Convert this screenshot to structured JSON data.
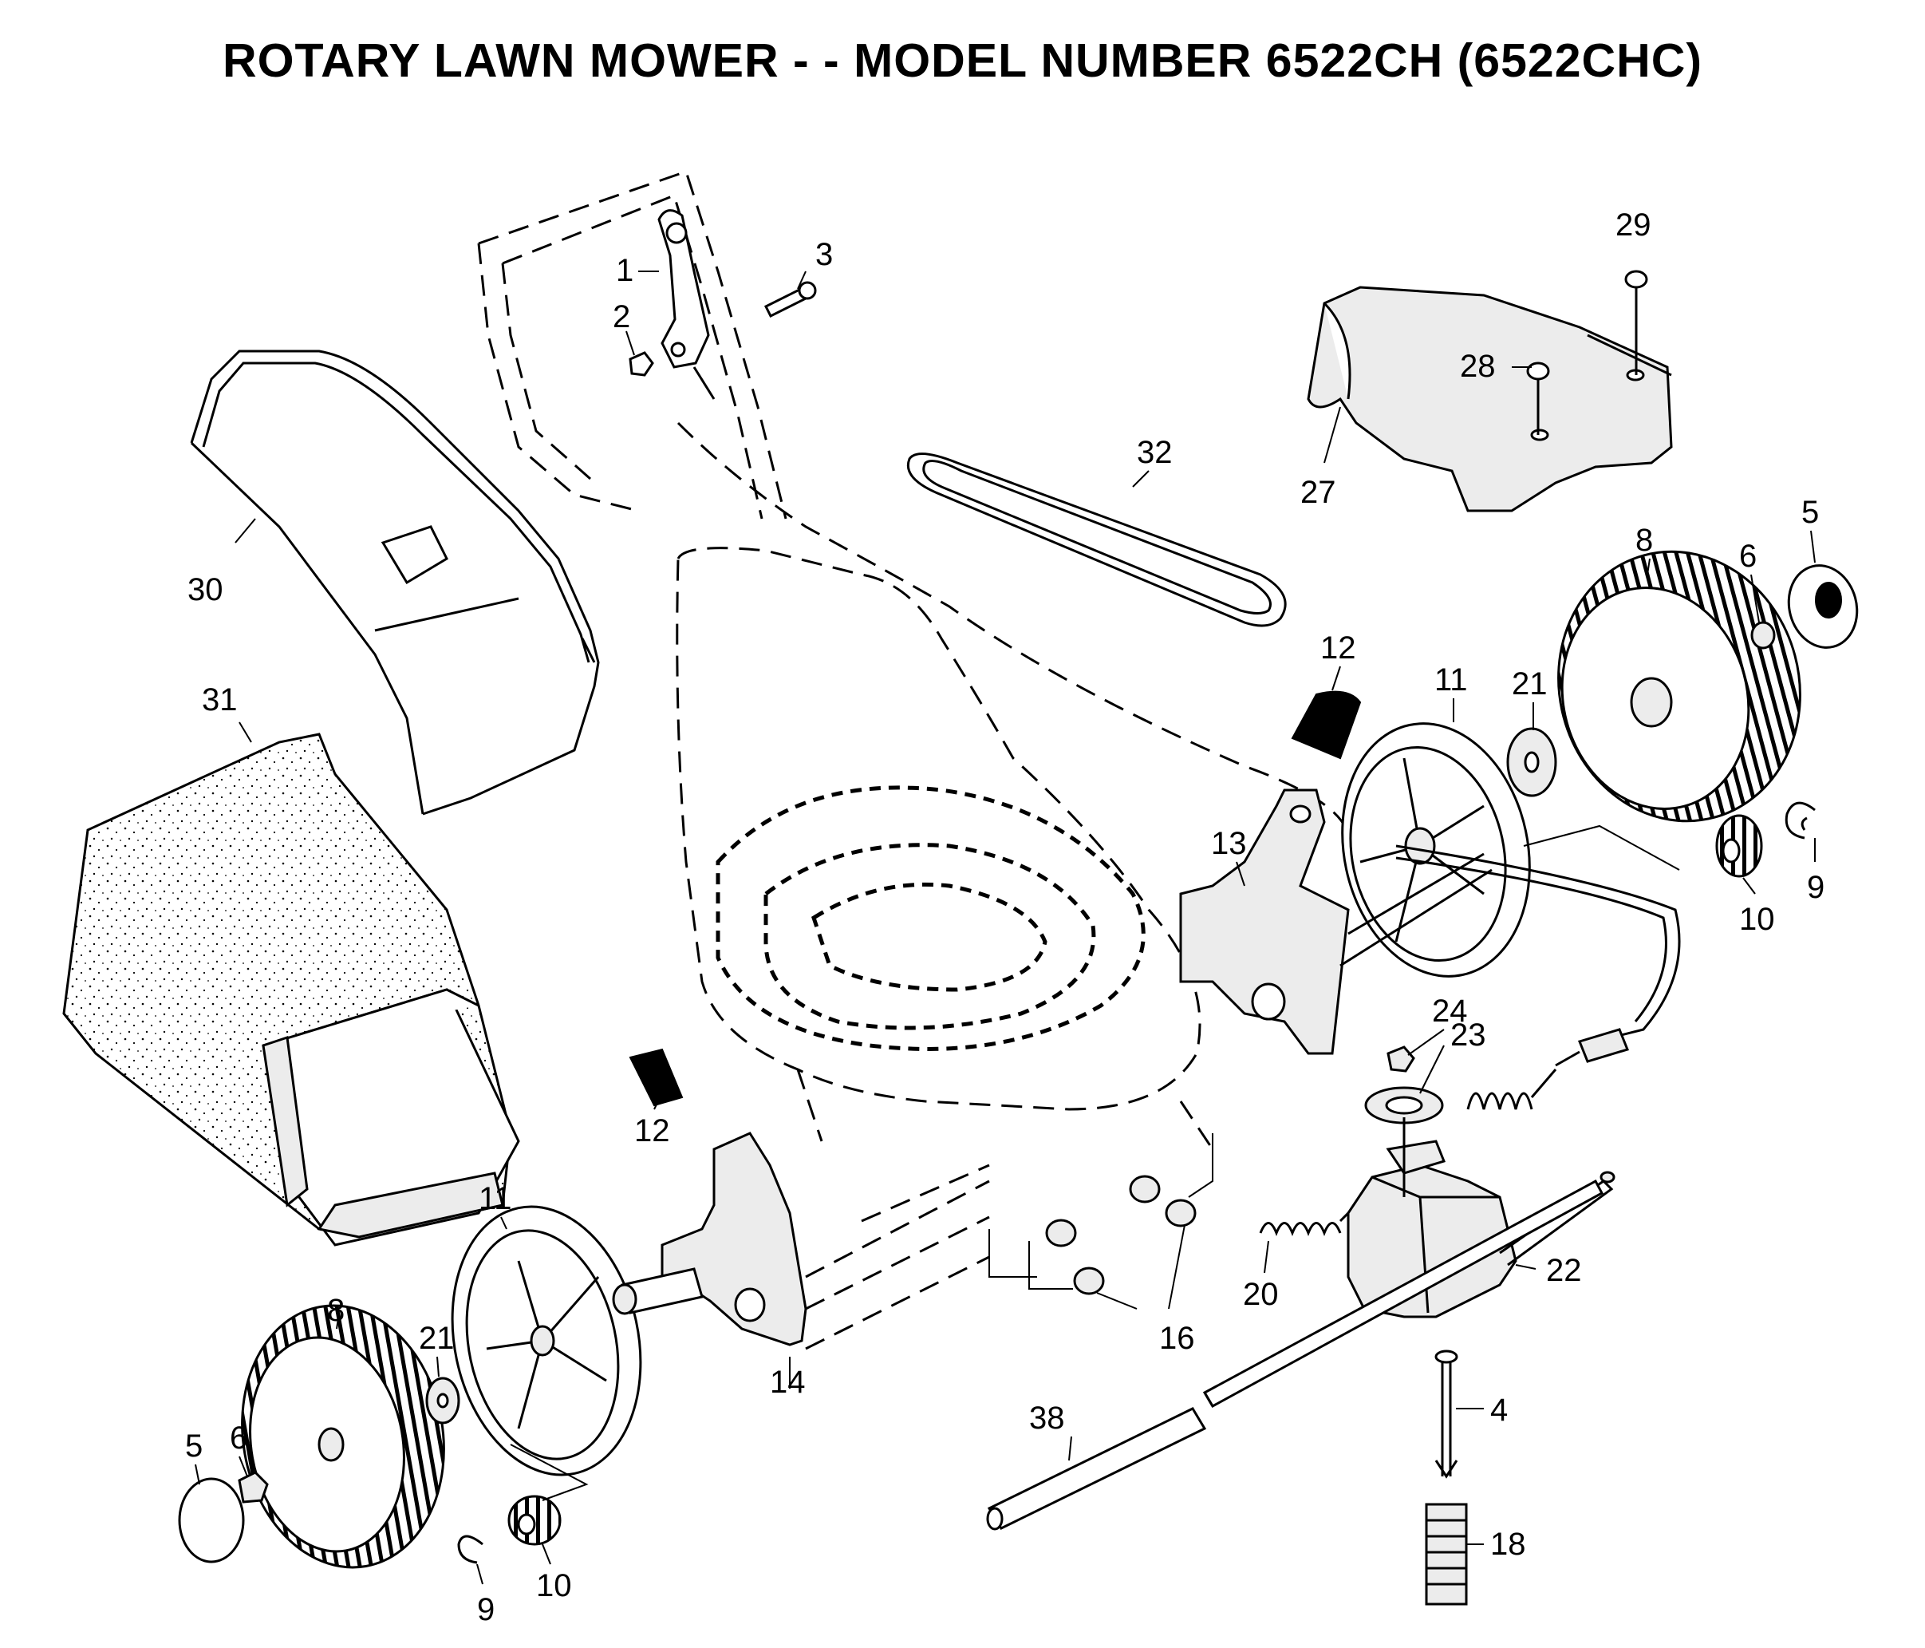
{
  "title": "ROTARY LAWN MOWER - - MODEL NUMBER 6522CH (6522CHC)",
  "callouts": [
    {
      "id": "c1",
      "label": "1"
    },
    {
      "id": "c2",
      "label": "2"
    },
    {
      "id": "c3",
      "label": "3"
    },
    {
      "id": "c29",
      "label": "29"
    },
    {
      "id": "c28",
      "label": "28"
    },
    {
      "id": "c27",
      "label": "27"
    },
    {
      "id": "c32",
      "label": "32"
    },
    {
      "id": "c30",
      "label": "30"
    },
    {
      "id": "c31",
      "label": "31"
    },
    {
      "id": "c8a",
      "label": "8"
    },
    {
      "id": "c6a",
      "label": "6"
    },
    {
      "id": "c5a",
      "label": "5"
    },
    {
      "id": "c12a",
      "label": "12"
    },
    {
      "id": "c11a",
      "label": "11"
    },
    {
      "id": "c21a",
      "label": "21"
    },
    {
      "id": "c13",
      "label": "13"
    },
    {
      "id": "c9a",
      "label": "9"
    },
    {
      "id": "c10a",
      "label": "10"
    },
    {
      "id": "c24",
      "label": "24"
    },
    {
      "id": "c23",
      "label": "23"
    },
    {
      "id": "c12b",
      "label": "12"
    },
    {
      "id": "c16",
      "label": "16"
    },
    {
      "id": "c20",
      "label": "20"
    },
    {
      "id": "c22",
      "label": "22"
    },
    {
      "id": "c11b",
      "label": "11"
    },
    {
      "id": "c8b",
      "label": "8"
    },
    {
      "id": "c21b",
      "label": "21"
    },
    {
      "id": "c14",
      "label": "14"
    },
    {
      "id": "c5b",
      "label": "5"
    },
    {
      "id": "c6b",
      "label": "6"
    },
    {
      "id": "c38",
      "label": "38"
    },
    {
      "id": "c4",
      "label": "4"
    },
    {
      "id": "c18",
      "label": "18"
    },
    {
      "id": "c9b",
      "label": "9"
    },
    {
      "id": "c10b",
      "label": "10"
    }
  ]
}
